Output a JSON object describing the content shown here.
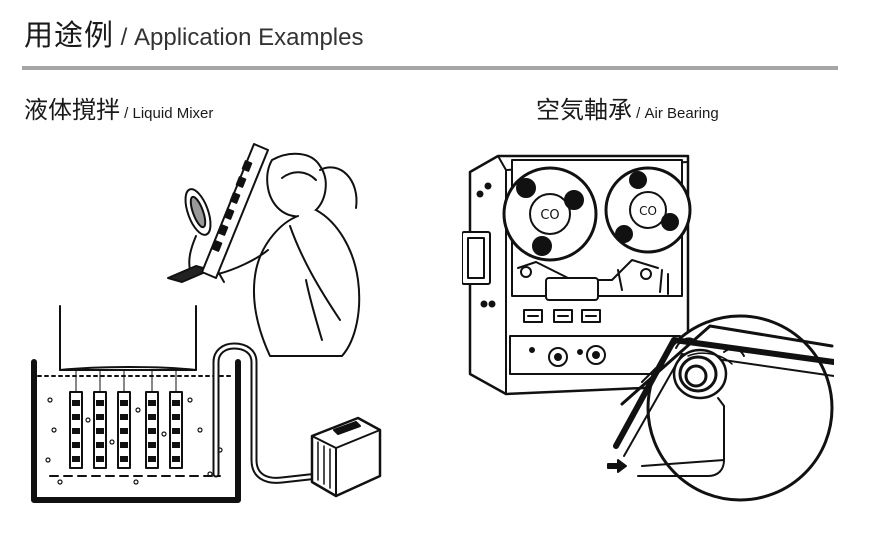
{
  "header": {
    "title_zh": "用途例",
    "title_en": " / Application Examples"
  },
  "sections": [
    {
      "title_zh": "液体撹拌",
      "title_en": " / Liquid Mixer"
    },
    {
      "title_zh": "空気軸承",
      "title_en": " / Air Bearing"
    }
  ],
  "illustrations": {
    "reel_label": "CO"
  },
  "colors": {
    "rule": "#a6a6a6",
    "ink": "#111111"
  }
}
